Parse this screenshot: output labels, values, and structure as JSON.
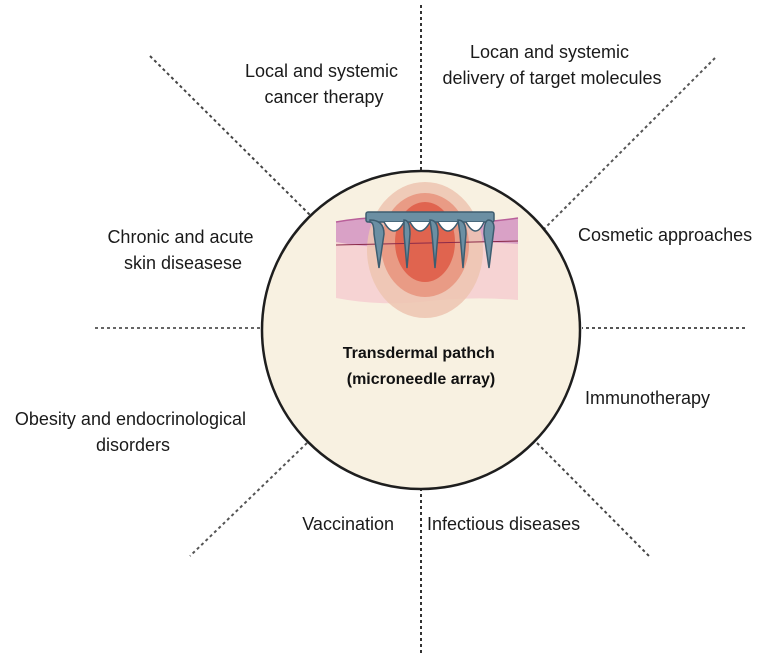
{
  "diagram": {
    "center": {
      "title_line1": "Transdermal pathch",
      "title_line2": "(microneedle array)",
      "fill_color": "#f8f1e1",
      "stroke_color": "#1e1e1e"
    },
    "spoke_color": "#333333",
    "needle_color": "#6b8fa3",
    "skin_colors": [
      "#d98fb4",
      "#f3c9c9",
      "#e2735e"
    ],
    "applications": [
      {
        "id": "local-systemic-cancer-therapy",
        "lines": [
          "Local and systemic",
          "cancer therapy"
        ]
      },
      {
        "id": "targeted-delivery",
        "lines": [
          "Locan and systemic",
          "delivery of target molecules"
        ]
      },
      {
        "id": "cosmetic-approaches",
        "lines": [
          "Cosmetic approaches"
        ]
      },
      {
        "id": "immunotherapy",
        "lines": [
          "Immunotherapy"
        ]
      },
      {
        "id": "infectious-diseases",
        "lines": [
          "Infectious diseases"
        ]
      },
      {
        "id": "vaccination",
        "lines": [
          "Vaccination"
        ]
      },
      {
        "id": "obesity-endocrinological",
        "lines": [
          "Obesity and endocrinological",
          "disorders"
        ]
      },
      {
        "id": "chronic-acute-skin",
        "lines": [
          "Chronic and acute",
          "skin diseasese"
        ]
      }
    ]
  }
}
